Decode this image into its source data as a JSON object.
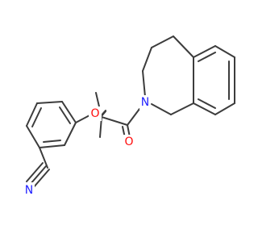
{
  "colors": {
    "bond": "#3c3c3c",
    "nitrogen": "#2222ff",
    "oxygen": "#ff0d0d",
    "background": "#ffffff"
  },
  "molecule": {
    "atoms": {
      "nitrile_n": "N",
      "ether_o": "O",
      "ring_n": "N",
      "carbonyl_o": "O"
    }
  }
}
